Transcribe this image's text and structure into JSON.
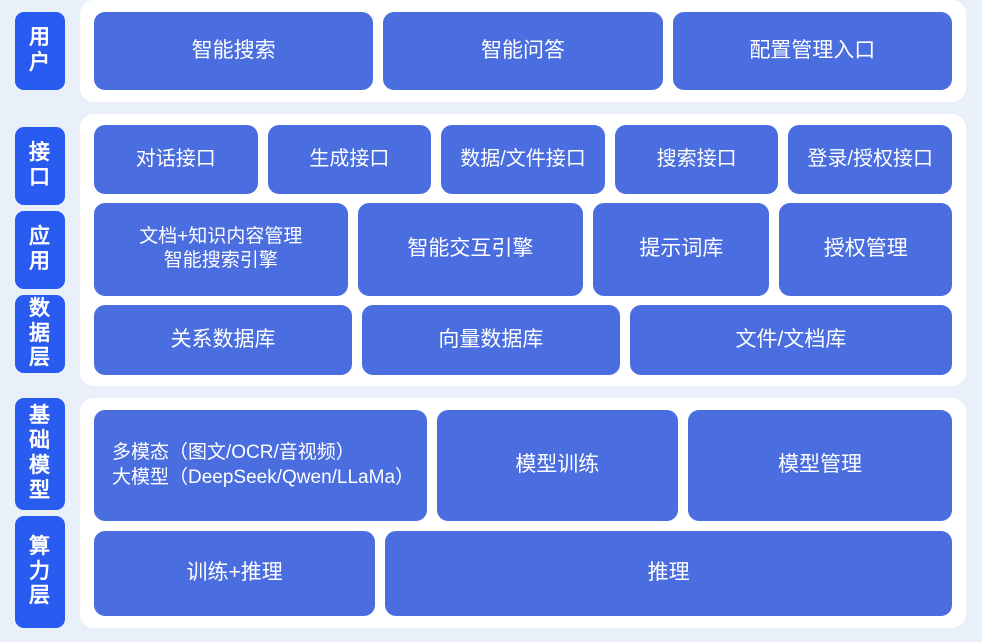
{
  "theme": {
    "page_background": "#e9f0fa",
    "panel_background": "#ffffff",
    "card_color": "#4a6ddf",
    "tag_color": "#2a5bf0",
    "text_color": "#ffffff"
  },
  "sections": {
    "user": {
      "tags": [
        {
          "chars": [
            "用",
            "户"
          ],
          "label": "用户"
        }
      ],
      "cards": [
        {
          "label": "智能搜索"
        },
        {
          "label": "智能问答"
        },
        {
          "label": "配置管理入口"
        }
      ]
    },
    "middle": {
      "tags": [
        {
          "chars": [
            "接",
            "口"
          ],
          "label": "接口"
        },
        {
          "chars": [
            "应",
            "用"
          ],
          "label": "应用"
        },
        {
          "chars": [
            "数",
            "据",
            "层"
          ],
          "label": "数据层"
        }
      ],
      "interface_row": [
        {
          "label": "对话接口"
        },
        {
          "label": "生成接口"
        },
        {
          "label": "数据/文件接口"
        },
        {
          "label": "搜索接口"
        },
        {
          "label": "登录/授权接口"
        }
      ],
      "application_row": [
        {
          "label": "文档+知识内容管理\n智能搜索引擎"
        },
        {
          "label": "智能交互引擎"
        },
        {
          "label": "提示词库"
        },
        {
          "label": "授权管理"
        }
      ],
      "data_row": [
        {
          "label": "关系数据库"
        },
        {
          "label": "向量数据库"
        },
        {
          "label": "文件/文档库"
        }
      ]
    },
    "bottom": {
      "tags": [
        {
          "chars": [
            "基",
            "础",
            "模",
            "型"
          ],
          "label": "基础模型"
        },
        {
          "chars": [
            "算",
            "力",
            "层"
          ],
          "label": "算力层"
        }
      ],
      "base_model_row": [
        {
          "label": "多模态（图文/OCR/音视频）\n大模型（DeepSeek/Qwen/LLaMa）"
        },
        {
          "label": "模型训练"
        },
        {
          "label": "模型管理"
        }
      ],
      "compute_row": [
        {
          "label": "训练+推理"
        },
        {
          "label": "推理"
        }
      ]
    }
  }
}
